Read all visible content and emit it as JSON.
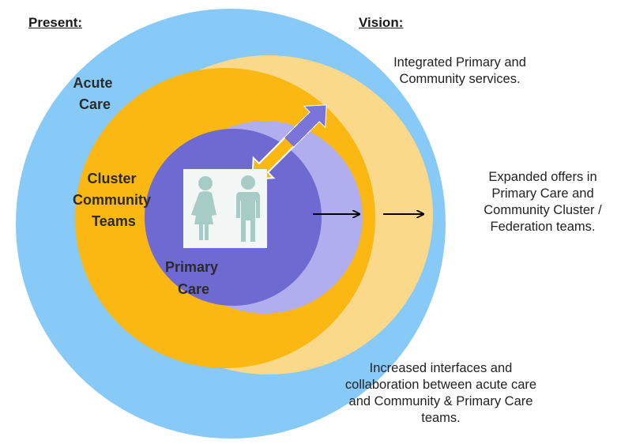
{
  "headers": {
    "present": "Present:",
    "vision": "Vision:"
  },
  "rings": {
    "acute": [
      "Acute",
      "Care"
    ],
    "cluster": [
      "Cluster",
      "Community",
      "Teams"
    ],
    "primary": [
      "Primary",
      "Care"
    ]
  },
  "notes": {
    "integrated": [
      "Integrated Primary and",
      "Community services."
    ],
    "expanded": [
      "Expanded  offers in",
      "Primary Care and",
      "Community Cluster /",
      "Federation teams."
    ],
    "increased": [
      "Increased interfaces and",
      "collaboration between acute care",
      "and Community & Primary Care",
      "teams."
    ]
  },
  "colors": {
    "acute": "#87c9f7",
    "cluster_expanded": "#fbd98a",
    "cluster": "#fbb812",
    "primary_expanded": "#b1aef0",
    "primary": "#6f6ad2",
    "people_box": "#f2f7f6",
    "people": "#a7cbc5",
    "double_arrow": "#7a73d8",
    "double_arrow_alt": "#fbb812"
  },
  "icons": [
    "female-person-icon",
    "male-person-icon",
    "double-headed-arrow-icon",
    "right-arrow-icon"
  ]
}
